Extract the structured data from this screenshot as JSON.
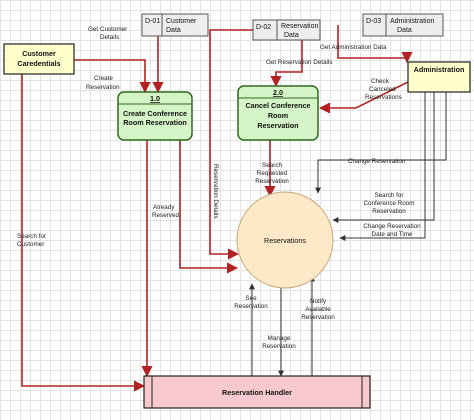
{
  "colors": {
    "entity_fill": "#ffffcc",
    "process_fill": "#d5f5c8",
    "process_border": "#2e6b1c",
    "store_fill": "#eeeeee",
    "handler_fill": "#f8c8cf",
    "circle_fill": "#fde8c8",
    "flow_red": "#b22222",
    "flow_black": "#333333"
  },
  "entities": {
    "customer": "Customer Caredentials",
    "administration": "Administration"
  },
  "stores": {
    "d01": {
      "id": "D-01",
      "name": "Customer Data"
    },
    "d02": {
      "id": "D-02",
      "name": "Reservation Data"
    },
    "d03": {
      "id": "D-03",
      "name": "Administration Data"
    }
  },
  "processes": {
    "p1": {
      "num": "1.0",
      "name": "Create Conference Room Reservation"
    },
    "p2": {
      "num": "2.0",
      "name": "Cancel Conference Room Reservation"
    }
  },
  "central": "Reservations",
  "handler": "Reservation Handler",
  "flows": {
    "get_customer_details": "Get Customer Details",
    "create_reservation": "Create Reservation",
    "get_admin_data": "Get Administration Data",
    "get_reservation_details": "Get Reservation Details",
    "check_canceled": "Check Canceled Reservations",
    "change_reservation": "Change Reservation",
    "search_requested": "Search Requested Reservation",
    "already_reserved": "Already Reserved",
    "reservation_details": "Reservation Details",
    "search_for_customer": "Search for Customer",
    "search_for_conference": "Search for Conference Room Reservation",
    "change_date_time": "Change Reservation Date and Time",
    "see_reservation": "See Reservation",
    "manage_reservation": "Manage Reservation",
    "notify_available": "Notify Available Reservation"
  }
}
